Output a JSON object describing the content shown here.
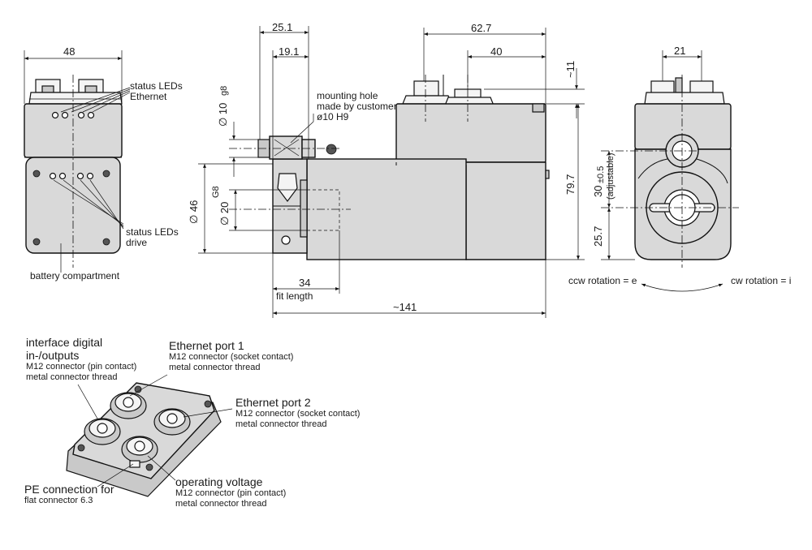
{
  "dimensions": {
    "front_width": "48",
    "d1": "25.1",
    "d2": "19.1",
    "d3": "62.7",
    "d4": "40",
    "d5": "~11",
    "dia10": "∅ 10",
    "g8a": "g8",
    "dia46": "∅ 46",
    "dia20": "∅ 20",
    "g8b": "G8",
    "d797": "79.7",
    "d34": "34",
    "d141": "~141",
    "d21": "21",
    "d30": "30",
    "d30tol": "±0.5",
    "d30note": "(adjustable)",
    "d257": "25.7"
  },
  "labels": {
    "status_leds_ethernet_1": "status LEDs",
    "status_leds_ethernet_2": "Ethernet",
    "status_leds_drive_1": "status LEDs",
    "status_leds_drive_2": "drive",
    "battery": "battery compartment",
    "mounting_1": "mounting hole",
    "mounting_2": "made by customer",
    "mounting_3": "ø10 H9",
    "fit_length": "fit length",
    "ccw": "ccw rotation = e",
    "cw": "cw rotation = i"
  },
  "connectors": {
    "interface_1": "interface digital",
    "interface_2": "in-/outputs",
    "interface_3": "M12 connector (pin contact)",
    "interface_4": "metal connector thread",
    "eth1_1": "Ethernet port 1",
    "eth1_2": "M12 connector (socket contact)",
    "eth1_3": "metal connector thread",
    "eth2_1": "Ethernet port 2",
    "eth2_2": "M12 connector (socket contact)",
    "eth2_3": "metal connector thread",
    "pe_1": "PE connection for",
    "pe_2": "flat connector 6.3",
    "op_1": "operating voltage",
    "op_2": "M12 connector (pin contact)",
    "op_3": "metal connector thread"
  }
}
